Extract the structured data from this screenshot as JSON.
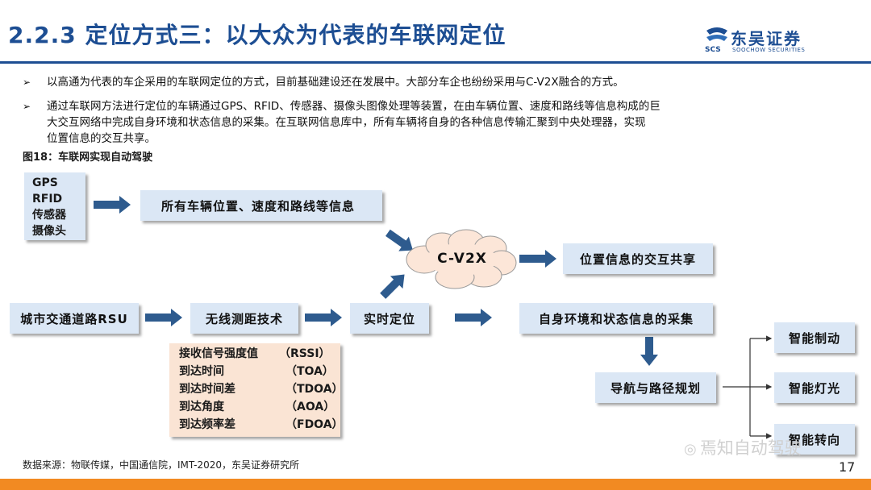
{
  "header": {
    "title": "2.2.3 定位方式三：以大众为代表的车联网定位",
    "logo_cn": "东吴证券",
    "logo_en": "SOOCHOW SECURITIES",
    "logo_mark": "SCS"
  },
  "bullets": [
    {
      "marker": "➢",
      "lines": [
        "以高通为代表的车企采用的车联网定位的方式，目前基础建设还在发展中。大部分车企也纷纷采用与C-V2X融合的方式。"
      ]
    },
    {
      "marker": "➢",
      "lines": [
        "通过车联网方法进行定位的车辆通过GPS、RFID、传感器、摄像头图像处理等装置，在由车辆位置、速度和路线等信息构成的巨",
        "大交互网络中完成自身环境和状态信息的采集。在互联网信息库中，所有车辆将自身的各种信息传输汇聚到中央处理器，实现",
        "位置信息的交互共享。"
      ]
    }
  ],
  "figure_title": "图18：车联网实现自动驾驶",
  "diagram": {
    "sources": [
      "GPS",
      "RFID",
      "传感器",
      "摄像头"
    ],
    "vehicle_info": "所有车辆位置、速度和路线等信息",
    "cloud": "C-V2X",
    "position_share": "位置信息的交互共享",
    "rsu": "城市交通道路RSU",
    "ranging": "无线测距技术",
    "realtime": "实时定位",
    "env_collect": "自身环境和状态信息的采集",
    "nav": "导航与路径规划",
    "outputs": [
      "智能制动",
      "智能灯光",
      "智能转向"
    ],
    "techniques": [
      {
        "name": "接收信号强度值",
        "abbr": "（RSSI）"
      },
      {
        "name": "到达时间",
        "abbr": "（TOA）"
      },
      {
        "name": "到达时间差",
        "abbr": "（TDOA）"
      },
      {
        "name": "到达角度",
        "abbr": "（AOA）"
      },
      {
        "name": "到达频率差",
        "abbr": "（FDOA）"
      }
    ]
  },
  "source_note": "数据来源：物联传媒，中国通信院，IMT-2020，东吴证券研究所",
  "watermark": "焉知自动驾驶",
  "page_number": "17",
  "colors": {
    "title": "#1d4e93",
    "box": "#dbe7f5",
    "peach": "#fae4d4",
    "arrow": "#2e5b8e",
    "bar": "#f28a22"
  }
}
